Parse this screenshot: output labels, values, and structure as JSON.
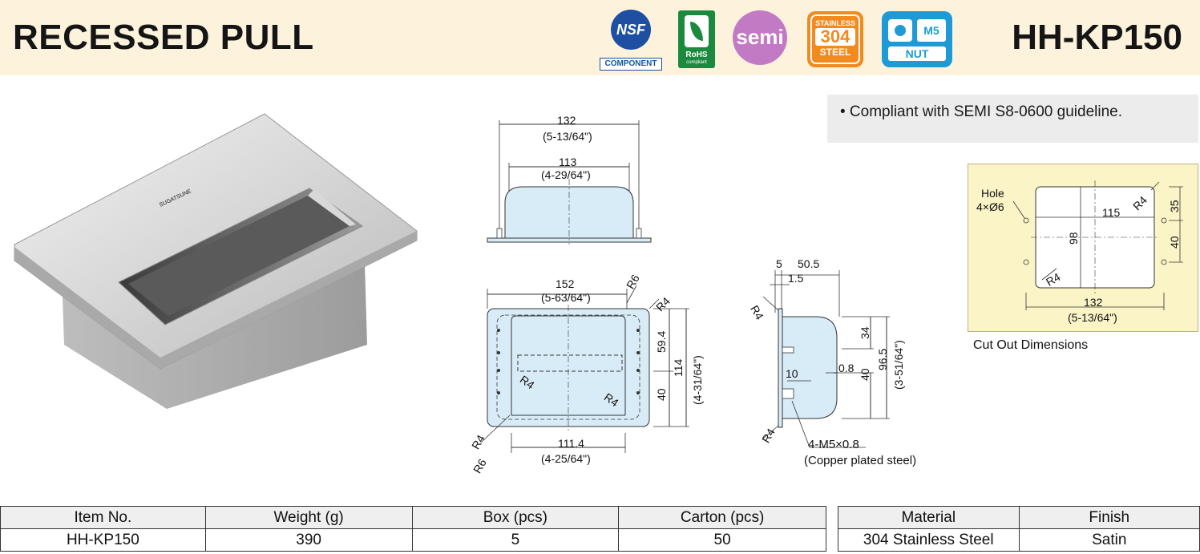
{
  "header": {
    "title": "RECESSED PULL",
    "model": "HH-KP150",
    "badges": {
      "nsf_top": "NSF",
      "nsf_bottom": "COMPONENT",
      "rohs_label": "RoHS",
      "rohs_sub": "compliant",
      "semi_label": "semi",
      "stainless_top": "STAINLESS",
      "stainless_num": "304",
      "stainless_bottom": "STEEL",
      "m5_size": "M5",
      "m5_nut": "NUT"
    }
  },
  "note": "• Compliant with SEMI S8-0600 guideline.",
  "top_view": {
    "w_outer": "132",
    "w_outer_in": "(5-13/64\")",
    "w_inner": "113",
    "w_inner_in": "(4-29/64\")"
  },
  "front_view": {
    "width": "152",
    "width_in": "(5-63/64\")",
    "bottom": "111.4",
    "bottom_in": "(4-25/64\")",
    "h_upper": "59.4",
    "h_lower": "40",
    "height": "114",
    "height_in": "(4-31/64\")",
    "r6_top": "R6",
    "r4_tr": "R4",
    "r4_inner_left": "R4",
    "r4_inner_right": "R4",
    "r4_bl": "R4",
    "r6_bl": "R6"
  },
  "side_view": {
    "d5": "5",
    "d50_5": "50.5",
    "d1_5": "1.5",
    "d34": "34",
    "d10": "10",
    "d0_8": "0.8",
    "d40": "40",
    "d96_5": "96.5",
    "d96_5_in": "(3-51/64\")",
    "r4_top": "R4",
    "r4_bottom": "R4",
    "thread": "4-M5×0.8",
    "thread_note": "(Copper plated steel)"
  },
  "cutout": {
    "hole": "Hole",
    "hole_spec": "4×Ø6",
    "r4_tr": "R4",
    "r4_bl": "R4",
    "w115": "115",
    "h98": "98",
    "d35": "35",
    "d40": "40",
    "w132": "132",
    "w132_in": "(5-13/64\")",
    "label": "Cut Out Dimensions"
  },
  "table_main": {
    "headers": [
      "Item No.",
      "Weight (g)",
      "Box (pcs)",
      "Carton (pcs)"
    ],
    "row": [
      "HH-KP150",
      "390",
      "5",
      "50"
    ]
  },
  "table_material": {
    "headers": [
      "Material",
      "Finish"
    ],
    "row": [
      "304 Stainless Steel",
      "Satin"
    ]
  }
}
